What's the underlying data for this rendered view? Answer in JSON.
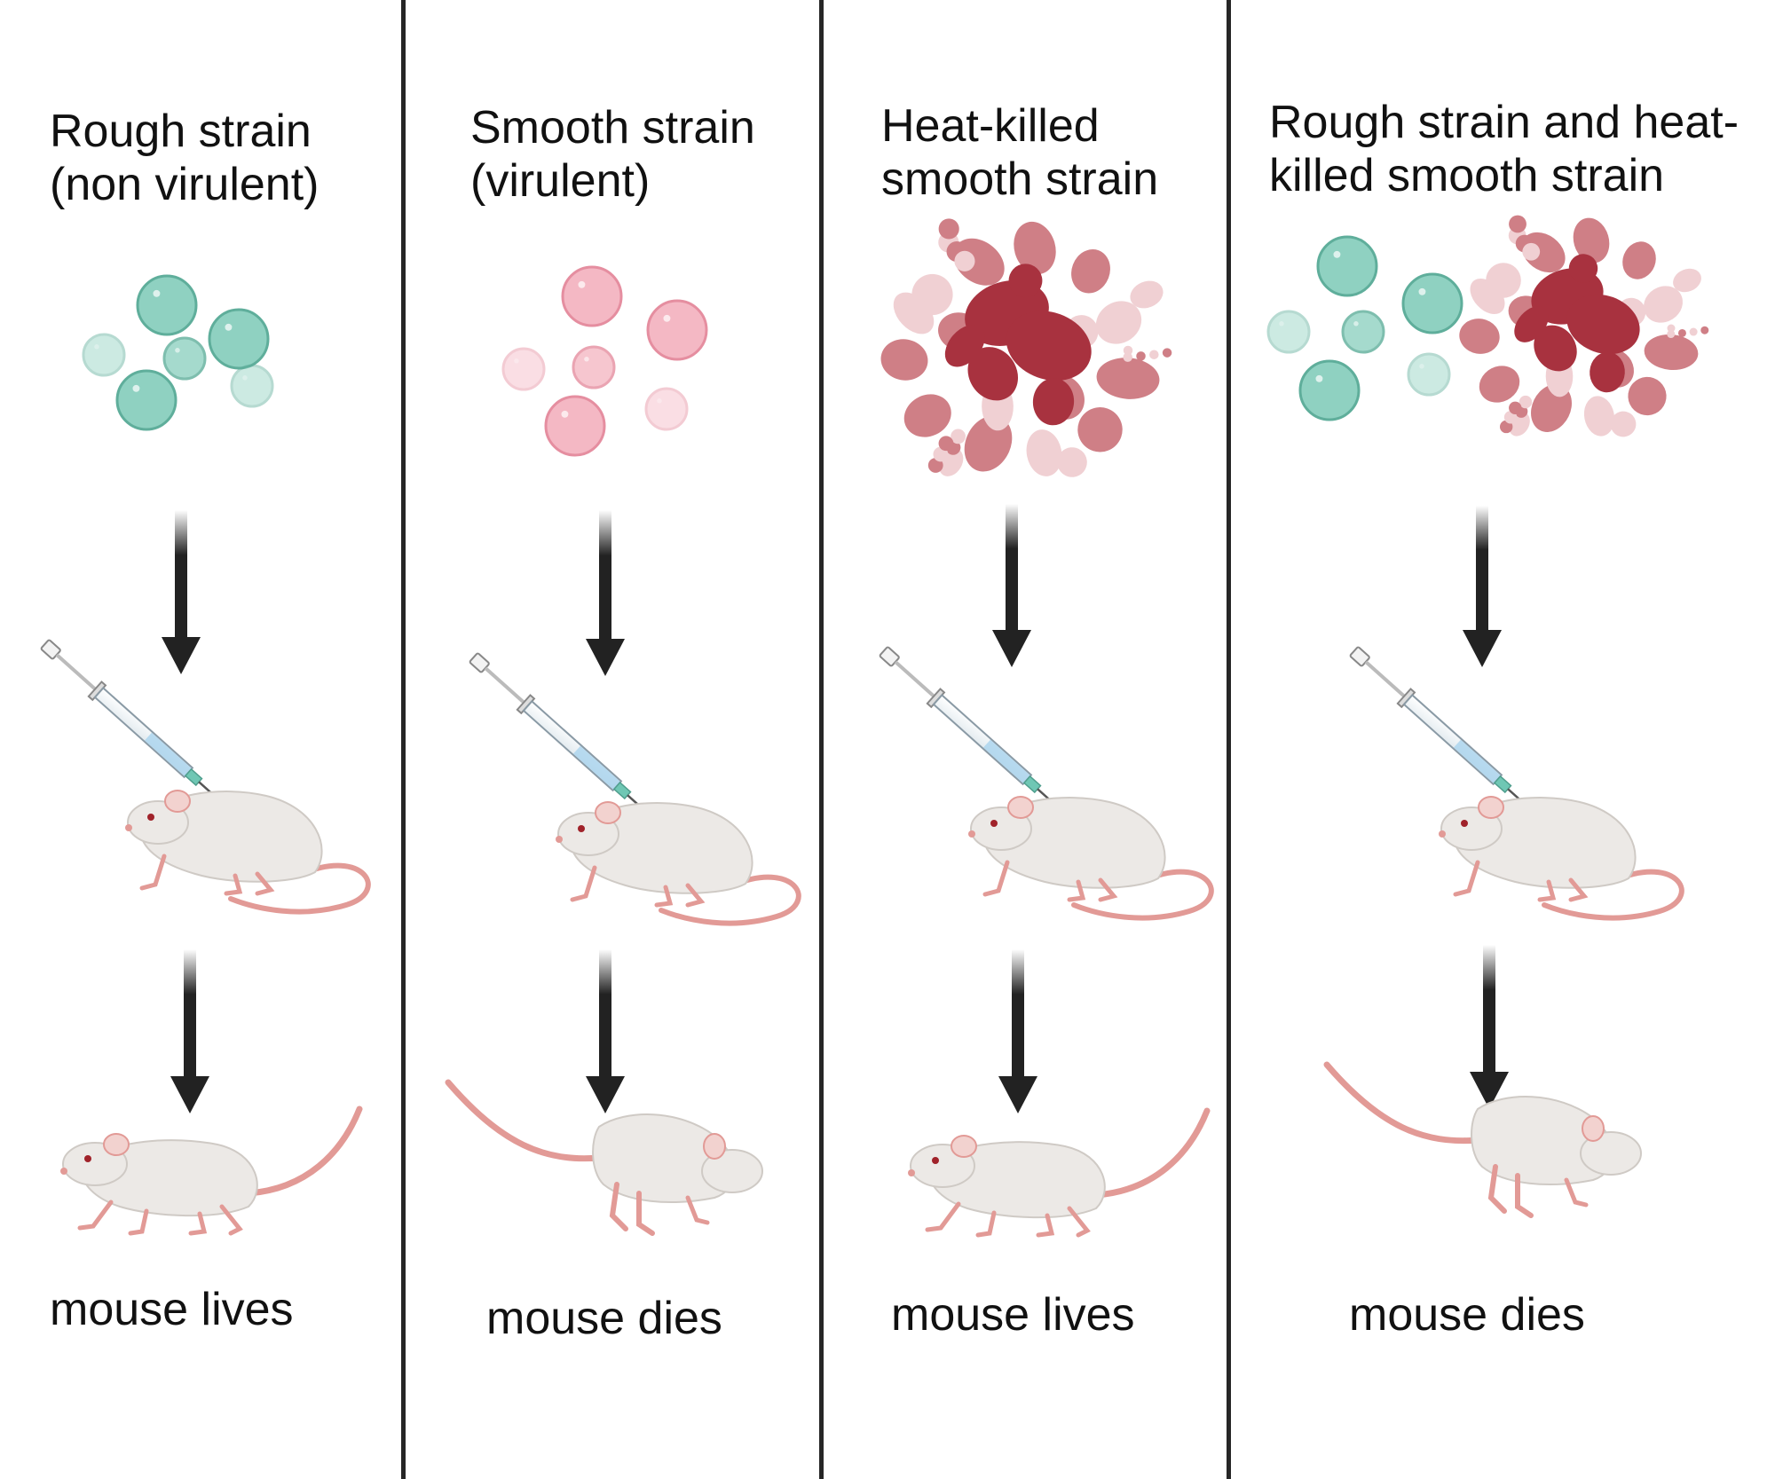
{
  "panels": [
    {
      "title_line1": "Rough strain",
      "title_line2": "(non virulent)",
      "result": "mouse lives",
      "bacteria": "rough",
      "outcome": "lives"
    },
    {
      "title_line1": "Smooth strain",
      "title_line2": "(virulent)",
      "result": "mouse dies",
      "bacteria": "smooth",
      "outcome": "dies"
    },
    {
      "title_line1": "Heat-killed",
      "title_line2": "smooth strain",
      "result": "mouse lives",
      "bacteria": "heat-killed",
      "outcome": "lives"
    },
    {
      "title_line1": "Rough strain and heat-",
      "title_line2": "killed smooth strain",
      "result": "mouse dies",
      "bacteria": "mixed",
      "outcome": "dies"
    }
  ],
  "colors": {
    "rough": "#8fd1c1",
    "rough_stroke": "#5fae9b",
    "smooth": "#f4b8c4",
    "smooth_stroke": "#e58ea0",
    "heat_dark": "#a8323f",
    "heat_mid": "#cf7f86",
    "heat_light": "#f0d0d3",
    "mouse_body": "#ece9e6",
    "mouse_pink": "#e29a96",
    "arrow": "#222222",
    "divider": "#262626"
  }
}
